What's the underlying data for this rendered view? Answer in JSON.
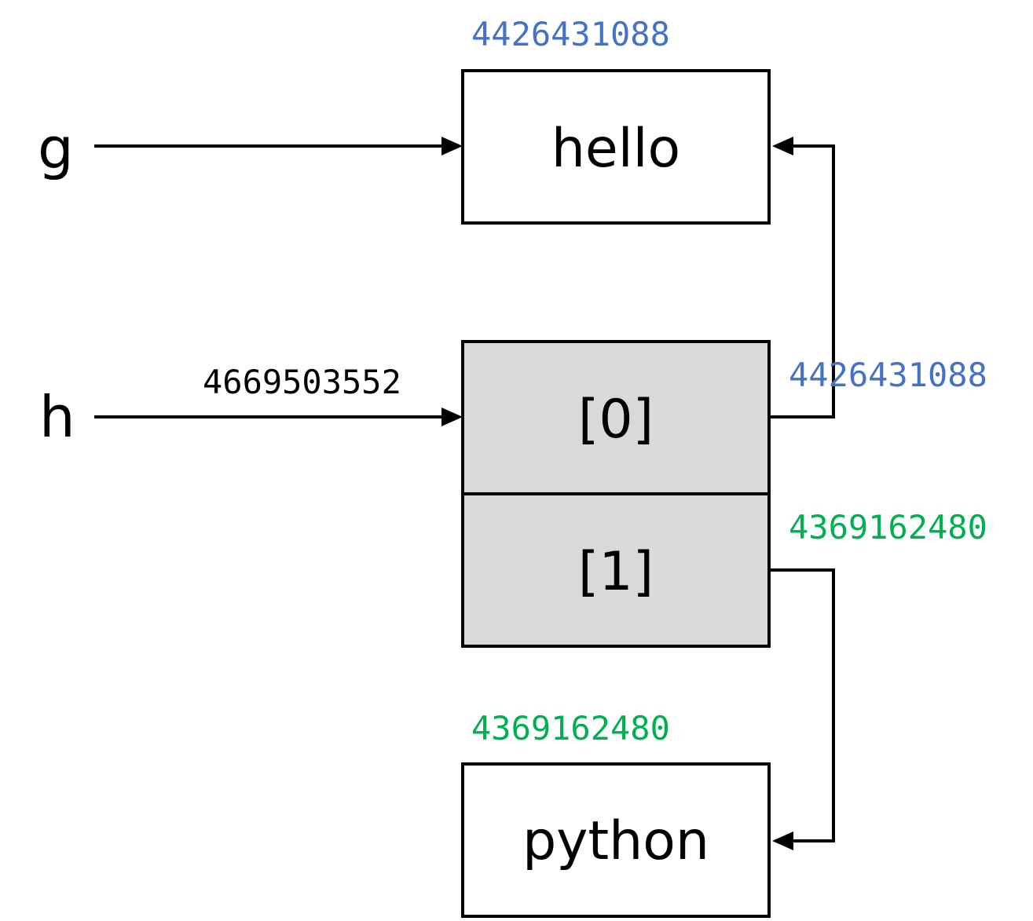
{
  "colors": {
    "addr_hello": "#4472c4",
    "addr_python": "#00b050",
    "addr_list": "#000000",
    "list_fill": "#d9d9d9",
    "box_fill": "#ffffff"
  },
  "variables": {
    "g": "g",
    "h": "h"
  },
  "objects": {
    "hello": {
      "text": "hello",
      "address": "4426431088"
    },
    "list": {
      "address": "4669503552",
      "items": [
        {
          "label": "[0]",
          "ref_address": "4426431088"
        },
        {
          "label": "[1]",
          "ref_address": "4369162480"
        }
      ]
    },
    "python": {
      "text": "python",
      "address": "4369162480"
    }
  }
}
